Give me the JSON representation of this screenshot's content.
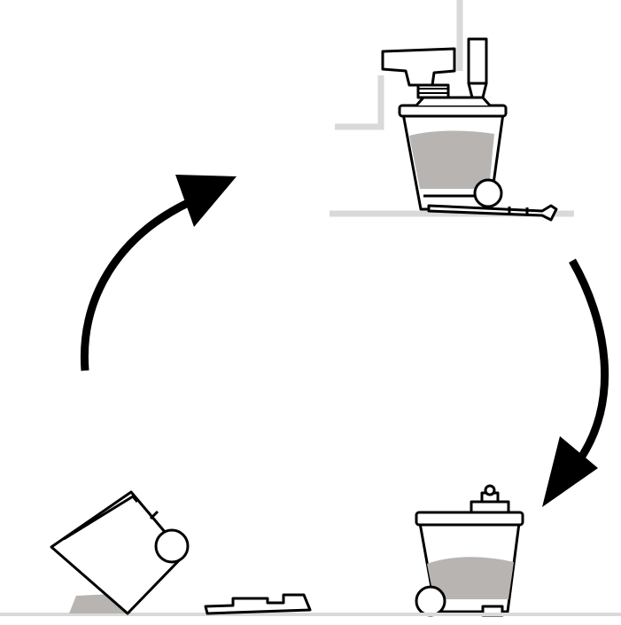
{
  "diagram": {
    "type": "cycle",
    "text": "",
    "colors": {
      "line": "#000000",
      "fill": "#ffffff",
      "waste": "#b7b4b1",
      "wall": "#d9d9d9"
    },
    "steps": [
      {
        "id": "installed",
        "icon": "toilet-on-tank-icon"
      },
      {
        "id": "removed",
        "icon": "tank-with-cap-icon"
      },
      {
        "id": "emptying",
        "icon": "tank-tilted-emptying-icon"
      }
    ],
    "arrows": [
      {
        "from": "installed",
        "to": "removed",
        "direction": "clockwise",
        "icon": "arc-arrow-icon"
      },
      {
        "from": "emptying",
        "to": "installed",
        "direction": "clockwise",
        "icon": "arc-arrow-icon"
      }
    ]
  }
}
